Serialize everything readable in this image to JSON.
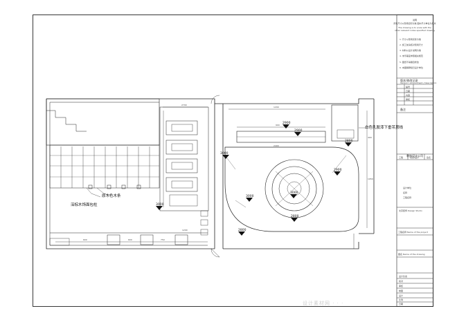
{
  "title_block": {
    "header_lines": [
      "说明",
      "所有尺寸以现场实际为准 图中尺寸单位为毫米",
      "The drawing is to scale with the",
      "other relevant notes specified drawing"
    ],
    "notes": [
      "1. 尺寸以现场实际为准",
      "2. 施工前请核对现场尺寸",
      "3. 材料以设计说明为准",
      "4. 未尽事宜参照相关规范",
      "5. 图纸不得擅自修改",
      "6. 本图解释权归设计单位"
    ],
    "rev_heading": "版本/修改记录",
    "rev_sub": "Version / Amendment / Description",
    "rev_rows": [
      "编号",
      "日期",
      "内容",
      "审核"
    ],
    "mid_label": "备注",
    "company_heading": "装饰设计公司",
    "company_cols": [
      "工程",
      "项目/设计",
      "签名"
    ],
    "project_lines": [
      "设计单位",
      "名称",
      "工程名称"
    ],
    "project_en": "北京装饰 Design Studio",
    "drawing_name_label": "工程名称 Name of the project",
    "drawing_title_label": "图名 Name of the drawing",
    "bottom_rows": [
      "设计负责",
      "校对",
      "审核",
      "制图",
      "设计",
      "比例",
      "日期"
    ]
  },
  "plan": {
    "labels": {
      "wood_edge": "原木色木条",
      "side_panel": "深棕木饰面包柱",
      "right_note": "白色乳胶漆下垂吊顶线"
    },
    "tags": [
      "2900",
      "2900",
      "2800",
      "3000",
      "3000",
      "3000",
      "2800",
      "2800",
      "3000",
      "2900"
    ],
    "dims": [
      "2700",
      "1200",
      "900",
      "400",
      "2400",
      "1950",
      "600",
      "600",
      "750",
      "1200"
    ]
  },
  "watermark": "设计素材网 ·  ·  ·"
}
